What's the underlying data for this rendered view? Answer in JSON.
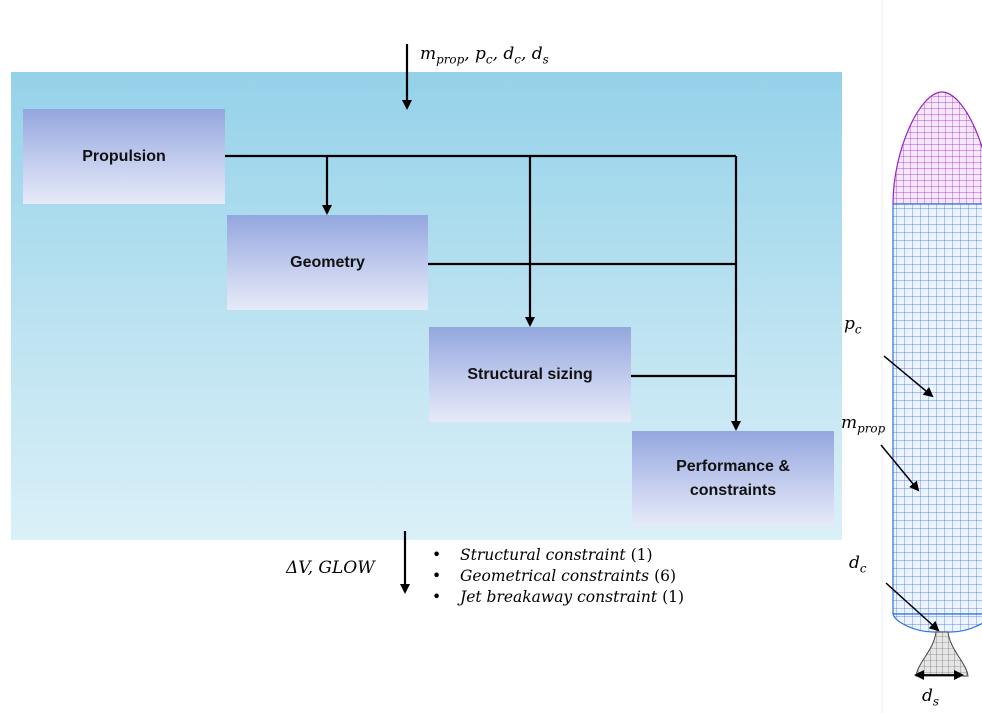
{
  "diagram": {
    "inputs": {
      "vars": [
        {
          "base": "m",
          "sub": "prop"
        },
        {
          "base": "p",
          "sub": "c"
        },
        {
          "base": "d",
          "sub": "c"
        },
        {
          "base": "d",
          "sub": "s"
        }
      ]
    },
    "outputs": {
      "text": "ΔV, GLOW"
    },
    "boxes": {
      "propulsion": "Propulsion",
      "geometry": "Geometry",
      "structural": "Structural sizing",
      "performance_line1": "Performance &",
      "performance_line2": "constraints"
    },
    "constraints": [
      {
        "bullet": "•",
        "name": "Structural constraint",
        "count": "(1)"
      },
      {
        "bullet": "•",
        "name": "Geometrical constraints",
        "count": "(6)"
      },
      {
        "bullet": "•",
        "name": "Jet breakaway constraint",
        "count": "(1)"
      }
    ]
  },
  "rocket": {
    "labels": {
      "pc": {
        "base": "p",
        "sub": "c"
      },
      "mprop": {
        "base": "m",
        "sub": "prop"
      },
      "dc": {
        "base": "d",
        "sub": "c"
      },
      "ds": {
        "base": "d",
        "sub": "s"
      }
    },
    "colors": {
      "nose": "#9a1fc4",
      "body": "#2f6fe0",
      "nozzle": "#555555"
    }
  },
  "colors": {
    "panel": "#a8dcef",
    "box": "#a9b8e6",
    "line": "#000000"
  }
}
